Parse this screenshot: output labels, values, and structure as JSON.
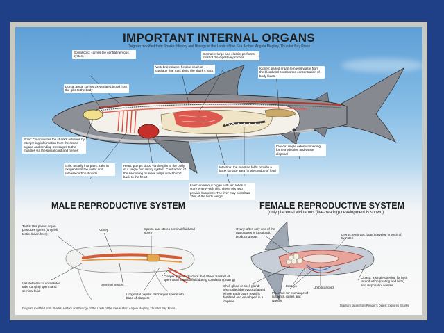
{
  "poster": {
    "title": "IMPORTANT INTERNAL ORGANS",
    "subtitle": "Diagram modified from Sharks: History and Biology of the Lords of the Sea  Author: Angela Maglioy, Thunder Bay Press",
    "shark_labels": {
      "spinal_cord": "Spinal cord: carries the central nervous system",
      "dorsal_aorta": "Dorsal aorta: carries oxygenated blood from the gills to the body",
      "brain": "Brain: Co-ordinates the shark's activities by interpreting information from the sense organs and sending messages to the muscles via the spinal cord and nerves",
      "gills": "Gills: usually in 5 pairs. Take in oxygen from the water and release carbon dioxide",
      "heart": "Heart: pumps blood via the gills to the body in a single circulatory system. Contraction of the swimming muscles helps direct blood back to the heart",
      "vertebral_column": "Vertebral column: flexible chain of cartilage that runs along the shark's back",
      "stomach": "Stomach: large and elastic; performs most of the digestive process",
      "kidney": "Kidney: paired organ removes waste from the blood and controls the concentration of body fluids",
      "liver": "Liver: enormous organ with two lobes to store energy-rich oils. These oils also provide buoyancy. The liver may contribute 25% of the body weight",
      "intestine": "Intestine: the intestine folds provide a large surface area for absorption of food",
      "cloaca": "Cloaca: single external opening for reproduction and waste disposal"
    },
    "male": {
      "header": "MALE REPRODUCTIVE SYSTEM",
      "testis": "Testis: this paired organ produces sperm (only left testis drawn here)",
      "kidney": "Kidney",
      "sperm_sac": "Sperm sac: stores seminal fluid and sperm",
      "vas_deferens": "Vas deferens: a convoluted tube carrying sperm and seminal fluid",
      "seminal_vesicle": "Seminal vesicle",
      "clasper": "Clasper: paired structure that allows transfer of sperm and seminal fluid during copulation (mating)",
      "urogenital_papilla": "Urogenital papilla: discharges sperm into base of claspers",
      "credit": "Diagram modified from Sharks: History and Biology of the Lords of the Sea  Author: Angela Maglioy, Thunder Bay Press"
    },
    "female": {
      "header": "FEMALE REPRODUCTIVE SYSTEM",
      "subheader": "(only placental viviparous (live-bearing) development is shown)",
      "ovary": "Ovary: often only one of the two ovaries is functional, producing eggs",
      "uterus": "Uterus: embryos (pups) develop in each of two uteri",
      "shell_gland": "Shell gland or shell gland: also called the oviducal gland where each ovum (egg) is fertilised and enveloped in a capsule",
      "embryo": "Embryo",
      "umbilical_cord": "Umbilical cord",
      "placenta": "Placenta: for exchange of nutrients, gases and wastes",
      "cloaca": "Cloaca: a single opening for both reproduction (mating and birth) and disposal of wastes",
      "credit": "Diagram taken from Reader's Digest Explores Sharks"
    }
  },
  "colors": {
    "background": "#1f3f86",
    "poster_frame": "#c9c9c4",
    "shark_body": "#8c8f95",
    "organ_red": "#d8413a",
    "liver": "#efe4c6"
  }
}
